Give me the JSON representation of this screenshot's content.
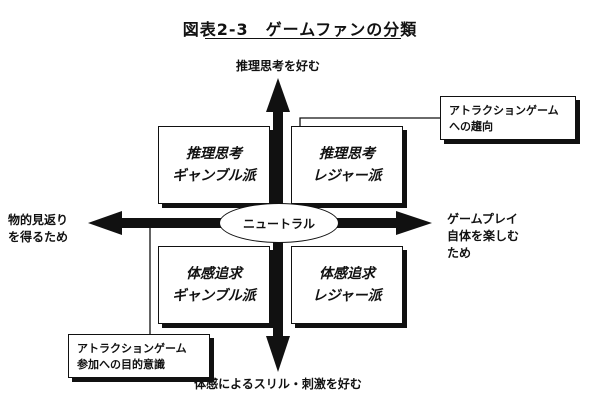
{
  "title": "図表2-3　ゲームファンの分類",
  "axes": {
    "top": "推理思考を好む",
    "bottom": "体感によるスリル・刺激を好む",
    "left": [
      "物的見返り",
      "を得るため"
    ],
    "right": [
      "ゲームプレイ",
      "自体を楽しむ",
      "ため"
    ]
  },
  "center_label": "ニュートラル",
  "quadrants": {
    "top_left": [
      "推理思考",
      "ギャンブル派"
    ],
    "top_right": [
      "推理思考",
      "レジャー派"
    ],
    "bottom_left": [
      "体感追求",
      "ギャンブル派"
    ],
    "bottom_right": [
      "体感追求",
      "レジャー派"
    ]
  },
  "callouts": {
    "top_right": [
      "アトラクションゲーム",
      "への趨向"
    ],
    "bottom_left": [
      "アトラクションゲーム",
      "参加への目的意識"
    ]
  }
}
